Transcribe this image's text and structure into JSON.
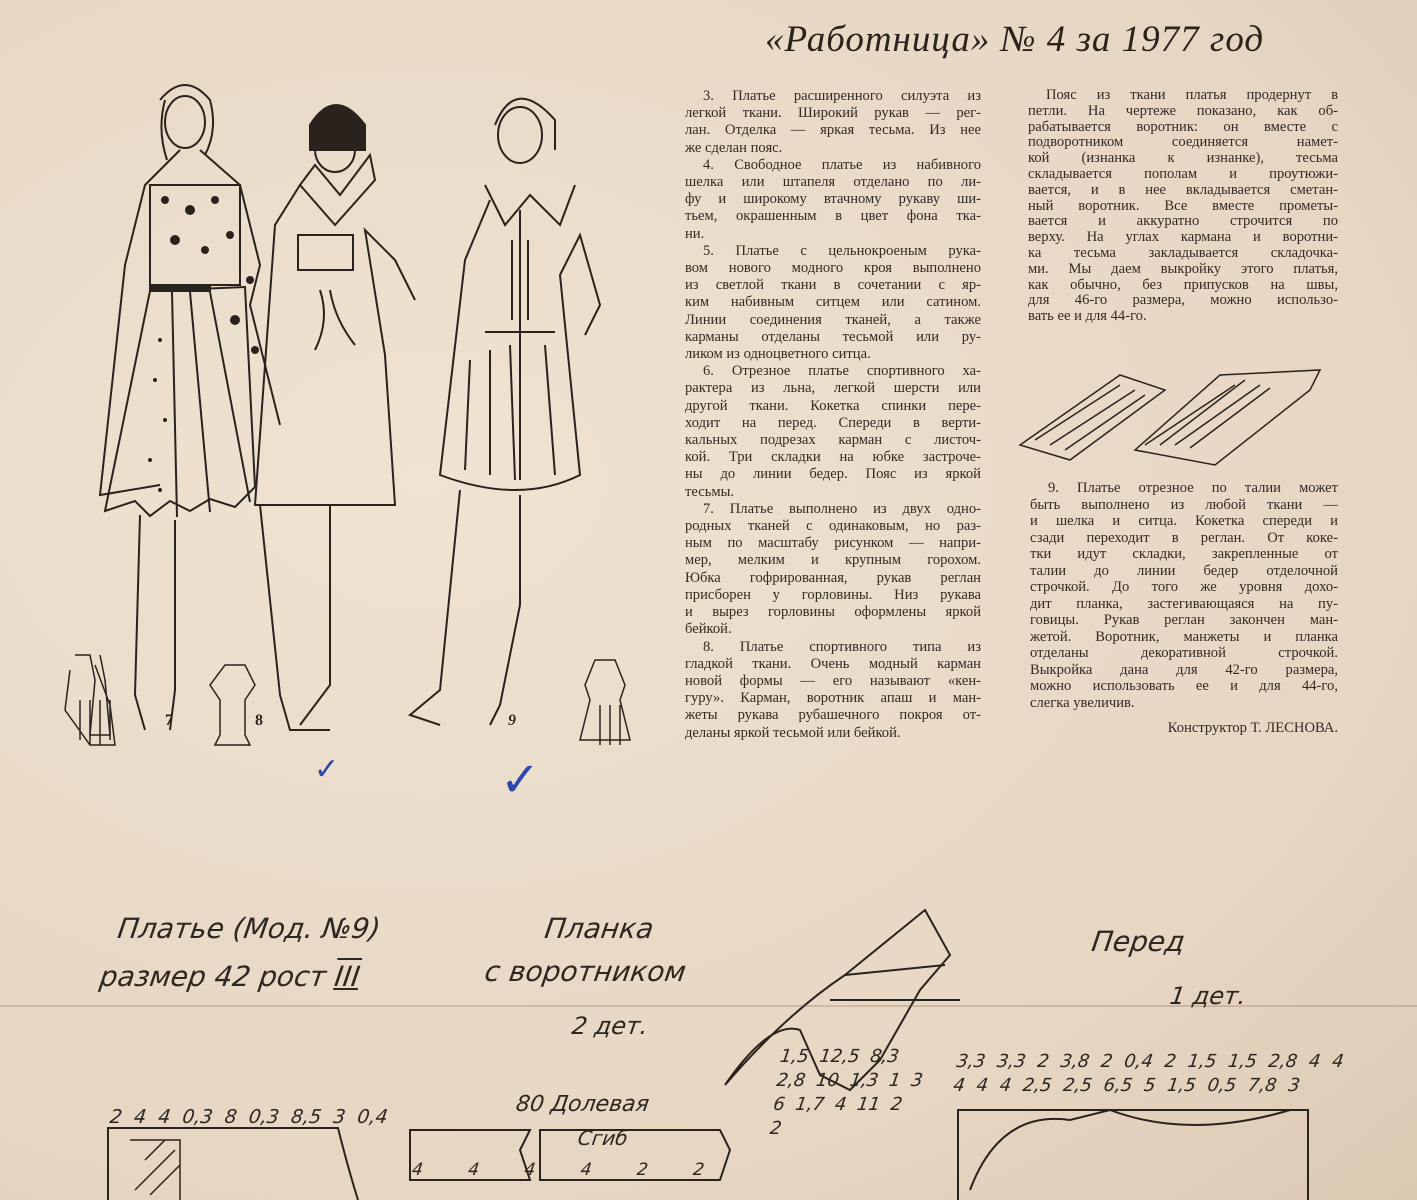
{
  "header": {
    "title": "«Работница» № 4 за 1977 год"
  },
  "figures": {
    "numbers": [
      "7",
      "8",
      "9"
    ]
  },
  "column1": {
    "lines": [
      "3. Платье расширенного силуэта из",
      "легкой ткани. Широкий рукав — рег-",
      "лан. Отделка — яркая тесьма. Из нее",
      "же сделан пояс.",
      "4. Свободное платье из набивного",
      "шелка или штапеля отделано по ли-",
      "фу и широкому втачному рукаву ши-",
      "тьем, окрашенным в цвет фона тка-",
      "ни.",
      "5. Платье с цельнокроеным рука-",
      "вом нового модного кроя выполнено",
      "из светлой ткани в сочетании с яр-",
      "ким набивным ситцем или сатином.",
      "Линии соединения тканей, а также",
      "карманы отделаны тесьмой или ру-",
      "ликом из одноцветного ситца.",
      "6. Отрезное платье спортивного ха-",
      "рактера из льна, легкой шерсти или",
      "другой ткани. Кокетка спинки пере-",
      "ходит на перед. Спереди в верти-",
      "кальных подрезах карман с листоч-",
      "кой. Три складки на юбке застроче-",
      "ны до линии бедер. Пояс из яркой",
      "тесьмы.",
      "7. Платье выполнено из двух одно-",
      "родных тканей с одинаковым, но раз-",
      "ным по масштабу рисунком — напри-",
      "мер, мелким и крупным горохом.",
      "Юбка гофрированная, рукав реглан",
      "присборен у горловины. Низ рукава",
      "и вырез горловины оформлены яркой",
      "бейкой.",
      "8. Платье спортивного типа из",
      "гладкой ткани. Очень модный карман",
      "новой формы — его называют «кен-",
      "гуру». Карман, воротник апаш и ман-",
      "жеты рукава рубашечного покроя от-",
      "деланы яркой тесьмой или бейкой."
    ]
  },
  "column2a": {
    "lines": [
      "Пояс из ткани платья продернут в",
      "петли. На чертеже показано, как об-",
      "рабатывается воротник: он вместе с",
      "подворотником соединяется намет-",
      "кой (изнанка к изнанке), тесьма",
      "складывается пополам и проутюжи-",
      "вается, и в нее вкладывается сметан-",
      "ный воротник. Все вместе прометы-",
      "вается и аккуратно строчится по",
      "верху. На углах кармана и воротни-",
      "ка тесьма закладывается складочка-",
      "ми. Мы даем выкройку этого платья,",
      "как обычно, без припусков на швы,",
      "для 46-го размера, можно использо-",
      "вать ее и для 44-го."
    ]
  },
  "column2b": {
    "lines": [
      "9. Платье отрезное по талии может",
      "быть выполнено из любой ткани —",
      "и шелка и ситца. Кокетка спереди и",
      "сзади переходит в реглан. От коке-",
      "тки идут складки, закрепленные от",
      "талии до линии бедер отделочной",
      "строчкой. До того же уровня дохо-",
      "дит планка, застегивающаяся на пу-",
      "говицы. Рукав реглан закончен ман-",
      "жетой. Воротник, манжеты и планка",
      "отделаны декоративной строчкой.",
      "Выкройка дана для 42-го размера,",
      "можно использовать ее и для 44-го,",
      "слегка увеличив."
    ],
    "signature": "Конструктор Т. ЛЕСНОВА."
  },
  "pattern": {
    "title_line1": "Платье (Мод. №9)",
    "title_line2": "размер 42 рост",
    "height_class": "III",
    "placket_line1": "Планка",
    "placket_line2": "с воротником",
    "placket_count": "2 дет.",
    "front_label": "Перед",
    "front_count": "1 дет.",
    "grain_label": "80 Долевая",
    "fold_label": "Сгиб",
    "left_dims": [
      "2",
      "4",
      "4",
      "0,3",
      "8",
      "0,3",
      "8,5",
      "3",
      "0,4"
    ],
    "collar_dims": [
      "1,5",
      "12,5",
      "8,3",
      "2,8",
      "10",
      "1,3",
      "1",
      "3",
      "6",
      "1,7",
      "4",
      "11",
      "2",
      "2"
    ],
    "strip_dims": [
      "4",
      "4",
      "4",
      "4",
      "2",
      "2"
    ],
    "front_top_dims": [
      "3,3",
      "3,3",
      "2",
      "3,8",
      "2",
      "0,4",
      "2",
      "1,5",
      "1,5",
      "2,8",
      "4",
      "4",
      "4",
      "4",
      "4",
      "2,5",
      "2,5",
      "6,5",
      "5",
      "1,5",
      "0,5",
      "7,8",
      "3"
    ]
  },
  "annotations": {
    "check_marks": [
      "✓",
      "✓"
    ]
  },
  "colors": {
    "paper": "#e9dccb",
    "ink": "#2e2620",
    "pen": "#2e47a8"
  }
}
